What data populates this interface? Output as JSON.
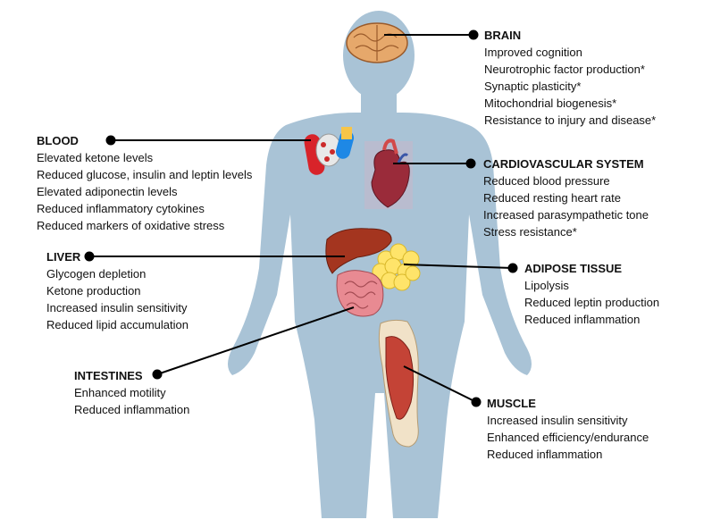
{
  "sections": {
    "brain": {
      "title": "BRAIN",
      "items": [
        "Improved cognition",
        "Neurotrophic factor production*",
        "Synaptic plasticity*",
        "Mitochondrial biogenesis*",
        "Resistance to injury and disease*"
      ]
    },
    "blood": {
      "title": "BLOOD",
      "items": [
        "Elevated ketone levels",
        "Reduced glucose, insulin and leptin levels",
        "Elevated adiponectin levels",
        "Reduced inflammatory cytokines",
        "Reduced markers of oxidative stress"
      ]
    },
    "cardiovascular": {
      "title": "CARDIOVASCULAR SYSTEM",
      "items": [
        "Reduced blood pressure",
        "Reduced resting heart rate",
        "Increased parasympathetic tone",
        "Stress resistance*"
      ]
    },
    "liver": {
      "title": "LIVER",
      "items": [
        "Glycogen depletion",
        "Ketone production",
        "Increased insulin sensitivity",
        "Reduced lipid accumulation"
      ]
    },
    "adipose": {
      "title": "ADIPOSE TISSUE",
      "items": [
        "Lipolysis",
        "Reduced leptin production",
        "Reduced inflammation"
      ]
    },
    "intestines": {
      "title": "INTESTINES",
      "items": [
        "Enhanced motility",
        "Reduced inflammation"
      ]
    },
    "muscle": {
      "title": "MUSCLE",
      "items": [
        "Increased insulin sensitivity",
        "Enhanced efficiency/endurance",
        "Reduced inflammation"
      ]
    }
  }
}
